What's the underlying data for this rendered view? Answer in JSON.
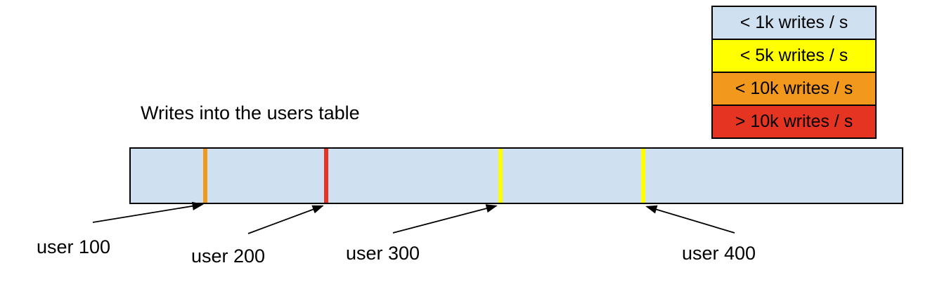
{
  "title": "Writes into the users table",
  "legend": {
    "items": [
      {
        "label": "< 1k writes / s",
        "color": "#cfe0f1"
      },
      {
        "label": "< 5k writes / s",
        "color": "#ffff00"
      },
      {
        "label": "< 10k writes / s",
        "color": "#f2991d"
      },
      {
        "label": "> 10k writes / s",
        "color": "#e63422"
      }
    ]
  },
  "bar": {
    "fill": "#cfe0f1",
    "border_color": "#000000",
    "markers": [
      {
        "id": "user-100",
        "color": "#f2991d",
        "legend_label": "< 10k writes / s"
      },
      {
        "id": "user-200",
        "color": "#e63422",
        "legend_label": "> 10k writes / s"
      },
      {
        "id": "user-300",
        "color": "#ffff00",
        "legend_label": "< 5k writes / s"
      },
      {
        "id": "user-400",
        "color": "#ffff00",
        "legend_label": "< 5k writes / s"
      }
    ]
  },
  "annotations": [
    {
      "label": "user 100"
    },
    {
      "label": "user 200"
    },
    {
      "label": "user 300"
    },
    {
      "label": "user 400"
    }
  ],
  "arrow_color": "#000000"
}
